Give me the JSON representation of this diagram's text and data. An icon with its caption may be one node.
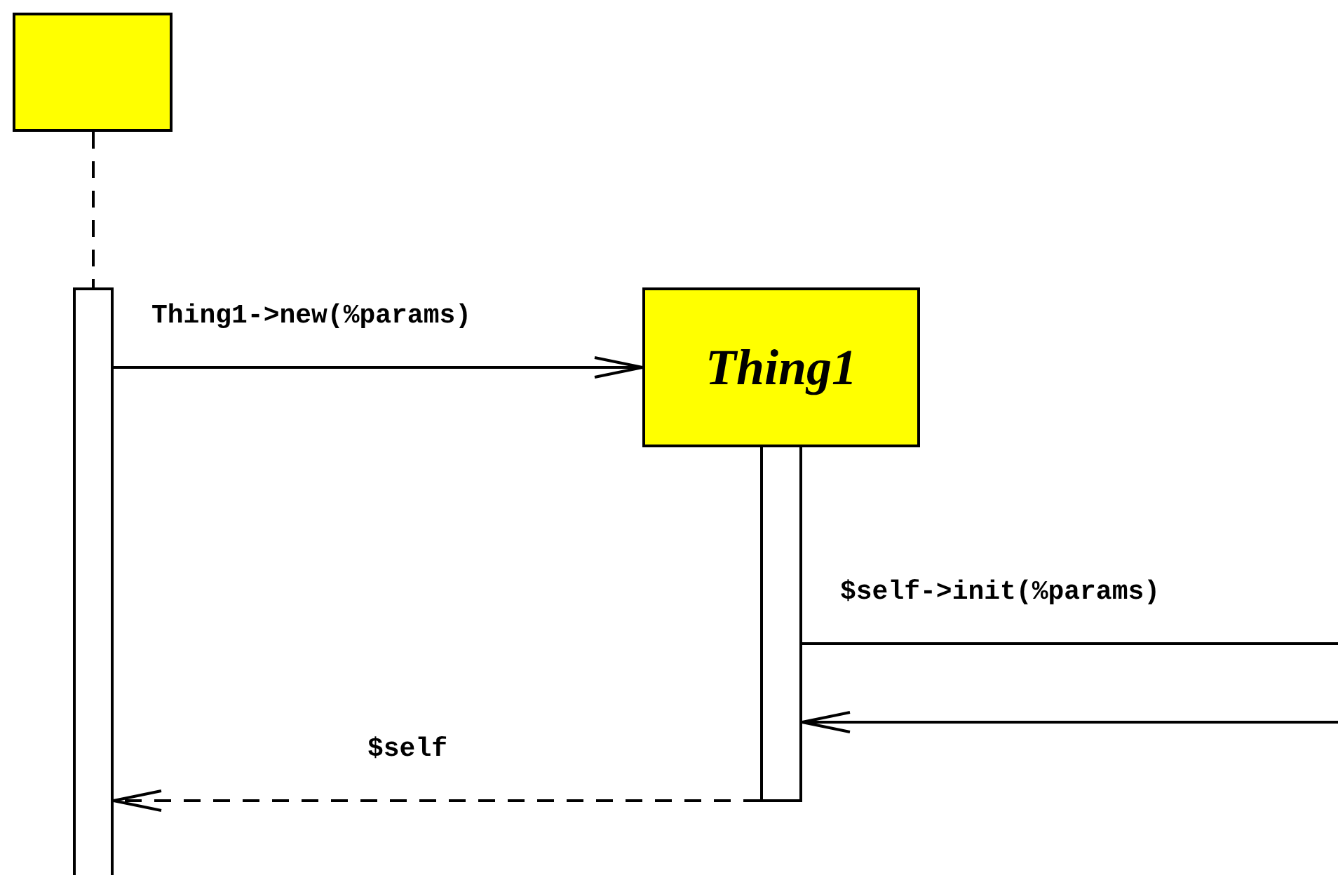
{
  "diagram": {
    "nodes": [
      {
        "text": [],
        "shape": "box"
      },
      {
        "text": [],
        "shape": "bar"
      },
      {
        "text": [
          "Thing1"
        ]
      },
      {
        "text": [],
        "shape": "bar"
      }
    ],
    "edges": [
      {
        "from": 0,
        "to": 1,
        "arrow": "none",
        "style": "dashed"
      },
      {
        "from": 1,
        "to": 2,
        "arrow": "to",
        "label": "Thing1->new(%params)"
      },
      {
        "from": 3,
        "to": null,
        "arrow": "none",
        "label": "$self->init(%params)"
      },
      {
        "from": null,
        "to": 3,
        "arrow": "to"
      },
      {
        "from": 3,
        "to": 1,
        "arrow": "to",
        "style": "dashed",
        "label": "$self"
      }
    ]
  }
}
